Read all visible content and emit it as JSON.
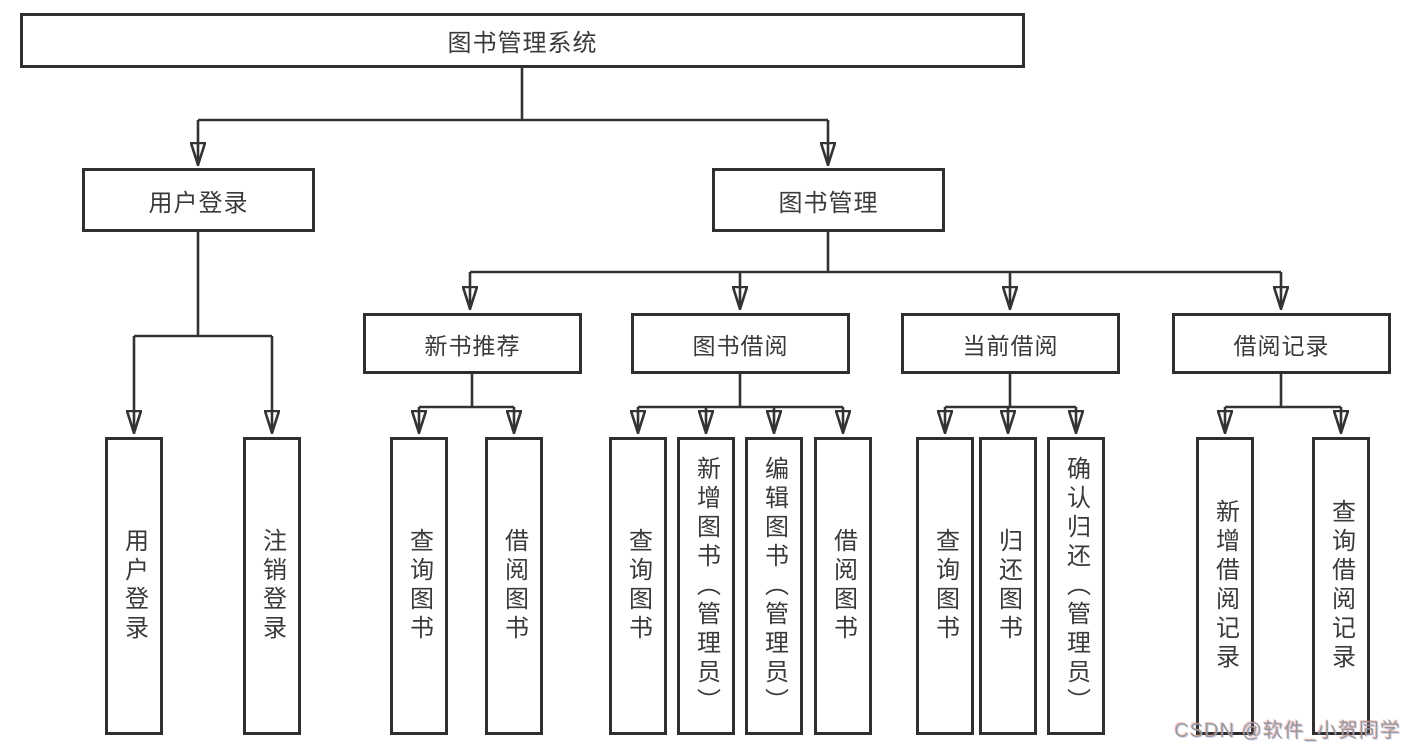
{
  "diagram_type": "hierarchy-tree",
  "colors": {
    "line": "#333333",
    "box_border": "#2f2f2f",
    "text": "#3a3a3a",
    "background": "#ffffff",
    "watermark": "#9a9a9a"
  },
  "tree": {
    "label": "图书管理系统",
    "children": [
      {
        "label": "用户登录",
        "children": [
          {
            "label": "用户登录"
          },
          {
            "label": "注销登录"
          }
        ]
      },
      {
        "label": "图书管理",
        "children": [
          {
            "label": "新书推荐",
            "children": [
              {
                "label": "查询图书"
              },
              {
                "label": "借阅图书"
              }
            ]
          },
          {
            "label": "图书借阅",
            "children": [
              {
                "label": "查询图书"
              },
              {
                "label": "新增图书（管理员）"
              },
              {
                "label": "编辑图书（管理员）"
              },
              {
                "label": "借阅图书"
              }
            ]
          },
          {
            "label": "当前借阅",
            "children": [
              {
                "label": "查询图书"
              },
              {
                "label": "归还图书"
              },
              {
                "label": "确认归还（管理员）"
              }
            ]
          },
          {
            "label": "借阅记录",
            "children": [
              {
                "label": "新增借阅记录"
              },
              {
                "label": "查询借阅记录"
              }
            ]
          }
        ]
      }
    ]
  },
  "watermark": {
    "text": "CSDN @软件_小贺同学"
  }
}
